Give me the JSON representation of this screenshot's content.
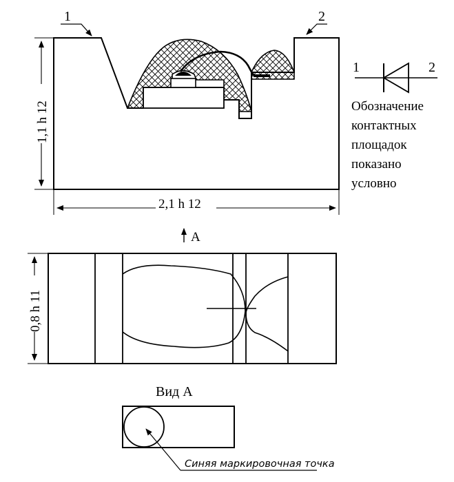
{
  "labels": {
    "pin1": "1",
    "pin2": "2",
    "height_dim": "1,1 h 12",
    "width_dim": "2,1 h 12",
    "view_arrow": "А",
    "bottom_height_dim": "0,8 h 11",
    "view_title": "Вид А",
    "marking_dot": "Синяя маркировочная точка"
  },
  "legend": {
    "pin1": "1",
    "pin2": "2",
    "note_lines": [
      "Обозначение",
      "контактных",
      "площадок",
      "показано",
      "условно"
    ]
  },
  "colors": {
    "line": "#000000",
    "background": "#ffffff"
  }
}
